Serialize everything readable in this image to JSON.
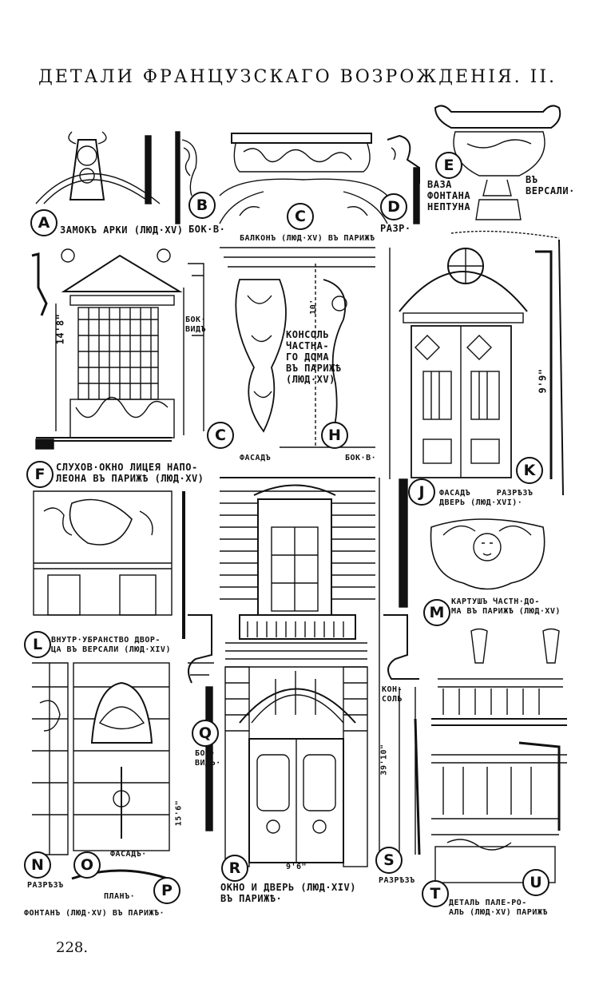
{
  "title": "ДЕТАЛИ ФРАНЦУЗСКАГО ВОЗРОЖДЕНІЯ. II.",
  "page_number": "228.",
  "letters": [
    "A",
    "B",
    "C",
    "D",
    "E",
    "F",
    "C",
    "H",
    "K",
    "J",
    "L",
    "M",
    "Q",
    "R",
    "S",
    "N",
    "O",
    "P",
    "T",
    "U"
  ],
  "captions": {
    "A": "ЗАМОКЪ АРКИ (ЛЮД·XV)",
    "B": "БОК·В·",
    "C": "БАЛКОНЪ (ЛЮД·XV) ВЪ ПАРИЖѢ",
    "D": "РАЗР·",
    "E": "ВАЗА ФОНТАНА НЕПТУНА",
    "E2": "ВЪ ВЕРСАЛИ·",
    "F": "СЛУХОВ·ОКНО ЛИЦЕЯ НАПО-\nЛЕОНА ВЪ ПАРИЖѢ (ЛЮД·XV)",
    "bokvid": "БОК·\nВИДЪ",
    "dim1": "14'8\"",
    "CH_ten": "10'",
    "CH": "КОНСОЛЬ\nЧАСТНА-\nГО ДОМА\nВЪ ПАРИЖѢ\n(ЛЮД·XV)",
    "fasad1": "ФАСАДЪ",
    "bokv2": "БОК·В·",
    "dim2": "9'9\"",
    "JK": "ФАСАДЪ     РАЗРѢЗЪ\nДВЕРЬ (ЛЮД·XVI)·",
    "L": "ВНУТР·УБРАНСТВО ДВОР-\nЦА ВЪ ВЕРСАЛИ (ЛЮД·XIV)",
    "M": "КАРТУШЪ ЧАСТН·ДО-\nМА ВЪ ПАРИЖѢ (ЛЮД·XV)",
    "Q": "БОК·\nВИДЪ·",
    "konsol": "КОН-\nСОЛЬ",
    "dim3": "39'10\"",
    "dim4": "15'6\"",
    "dim5": "9'6\"",
    "fasad2": "ФАСАДЪ·",
    "razrez1": "РАЗРѢЗЪ",
    "plan": "ПЛАНЪ·",
    "NOP": "ФОНТАНЪ (ЛЮД·XV) ВЪ ПАРИЖѢ·",
    "R": "ОКНО И ДВЕРЬ (ЛЮД·XIV)\nВЪ ПАРИЖѢ·",
    "razrez2": "РАЗРѢЗЪ",
    "TU": "ДЕТАЛЬ ПАЛЕ-РО-\nАЛЬ (ЛЮД·XV) ПАРИЖѢ"
  }
}
